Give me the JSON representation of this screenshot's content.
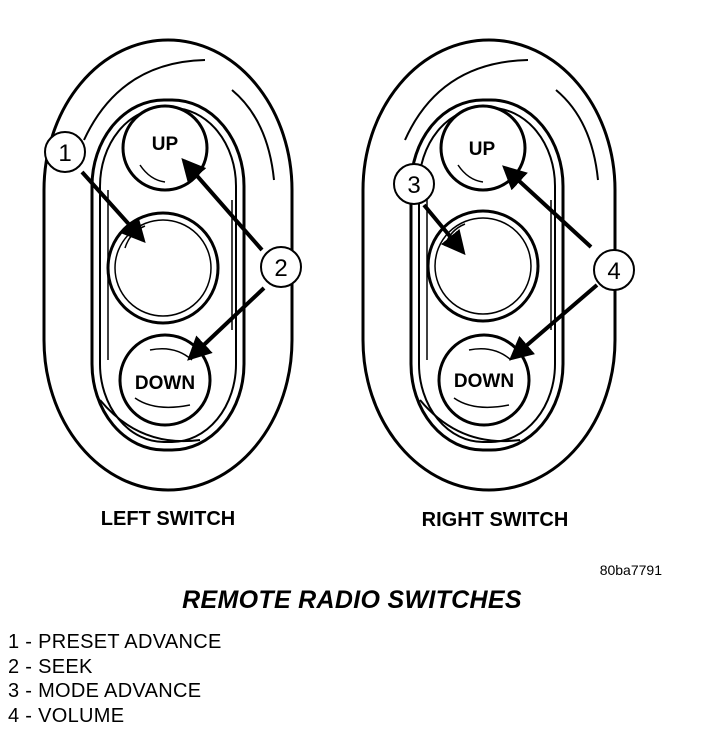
{
  "left_switch": {
    "name": "LEFT SWITCH",
    "up_label": "UP",
    "down_label": "DOWN",
    "callouts": [
      "1",
      "2"
    ]
  },
  "right_switch": {
    "name": "RIGHT SWITCH",
    "up_label": "UP",
    "down_label": "DOWN",
    "callouts": [
      "3",
      "4"
    ]
  },
  "figure_id": "80ba7791",
  "title": "REMOTE RADIO SWITCHES",
  "legend": [
    "1 - PRESET ADVANCE",
    "2 - SEEK",
    "3 - MODE ADVANCE",
    "4 - VOLUME"
  ]
}
